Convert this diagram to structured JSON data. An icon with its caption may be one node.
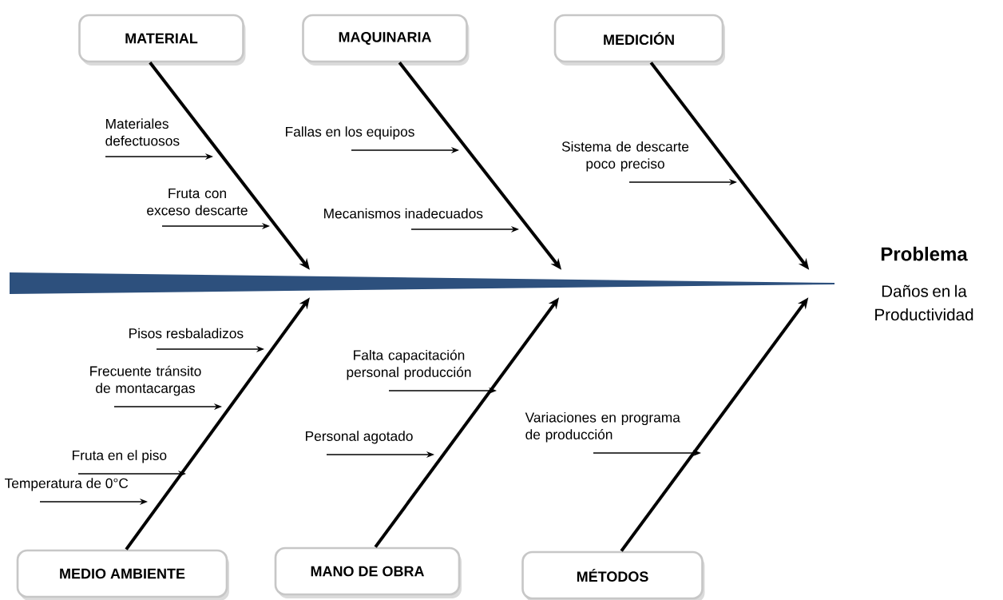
{
  "diagram": {
    "nodes": [
      {
        "text": [
          "MATERIAL"
        ]
      },
      {
        "text": [
          "MAQUINARIA"
        ]
      },
      {
        "text": [
          "MEDICIÓN"
        ]
      },
      {
        "text": [
          "Materiales defectuosos"
        ]
      },
      {
        "text": [
          "Fallas en los equipos"
        ]
      },
      {
        "text": [
          "Sistema de descarte poco preciso"
        ]
      },
      {
        "text": [
          "Fruta con exceso descarte"
        ]
      },
      {
        "text": [
          "Mecanismos inadecuados"
        ]
      },
      {
        "text": [],
        "shape": "bar"
      },
      {
        "text": [
          "Problema",
          "Daños en la Productividad"
        ]
      },
      {
        "text": [
          "Pisos resbaladizos"
        ]
      },
      {
        "text": [
          "Falta capacitación personal producción"
        ]
      },
      {
        "text": [
          "Frecuente tránsito de montacargas"
        ]
      },
      {
        "text": [
          "Variaciones en programa de producción"
        ]
      },
      {
        "text": [
          "Fruta en el piso"
        ]
      },
      {
        "text": [
          "Personal agotado"
        ]
      },
      {
        "text": [
          "Temperatura de 0°C"
        ]
      },
      {
        "text": [
          "MEDIO AMBIENTE"
        ]
      },
      {
        "text": [
          "MANO DE OBRA"
        ]
      },
      {
        "text": [
          "MÉTODOS"
        ]
      }
    ],
    "edges": [
      {
        "from": 0,
        "to": 8,
        "arrow": "to",
        "style": "thick"
      },
      {
        "from": 1,
        "to": 8,
        "arrow": "to",
        "style": "thick"
      },
      {
        "from": 2,
        "to": 8,
        "arrow": "to",
        "style": "thick"
      },
      {
        "from": 17,
        "to": 8,
        "arrow": "to",
        "style": "thick"
      },
      {
        "from": 18,
        "to": 8,
        "arrow": "to",
        "style": "thick"
      },
      {
        "from": 19,
        "to": 8,
        "arrow": "to",
        "style": "thick"
      },
      {
        "from": 3,
        "to": null,
        "arrow": "to"
      },
      {
        "from": 6,
        "to": null,
        "arrow": "to"
      },
      {
        "from": 4,
        "to": null,
        "arrow": "to"
      },
      {
        "from": 7,
        "to": null,
        "arrow": "to"
      },
      {
        "from": 5,
        "to": null,
        "arrow": "to"
      },
      {
        "from": 10,
        "to": null,
        "arrow": "to"
      },
      {
        "from": 12,
        "to": null,
        "arrow": "to"
      },
      {
        "from": 14,
        "to": null,
        "arrow": "to"
      },
      {
        "from": 16,
        "to": null,
        "arrow": "to"
      },
      {
        "from": 11,
        "to": null,
        "arrow": "to"
      },
      {
        "from": 15,
        "to": null,
        "arrow": "to"
      },
      {
        "from": 13,
        "to": null,
        "arrow": "to"
      }
    ]
  }
}
